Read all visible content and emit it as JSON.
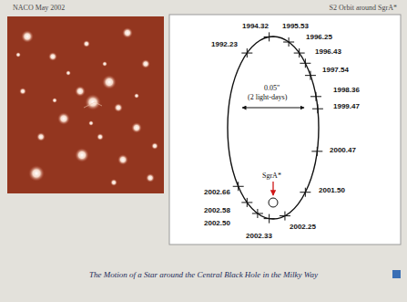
{
  "diagram": {
    "title": "S2 Orbit around SgrA*",
    "caption": "The Motion of a Star around the Central Black Hole in the Milky Way",
    "labels": [
      "NACO May 2002",
      "1992.23",
      "1994.32",
      "1995.53",
      "1996.25",
      "1996.43",
      "1997.54",
      "1998.36",
      "1999.47",
      "2000.47",
      "2001.50",
      "0.05\"",
      "(2 light-days)",
      "SgrA*",
      "2002.25",
      "2002.33",
      "2002.50",
      "2002.58",
      "2002.66"
    ]
  }
}
